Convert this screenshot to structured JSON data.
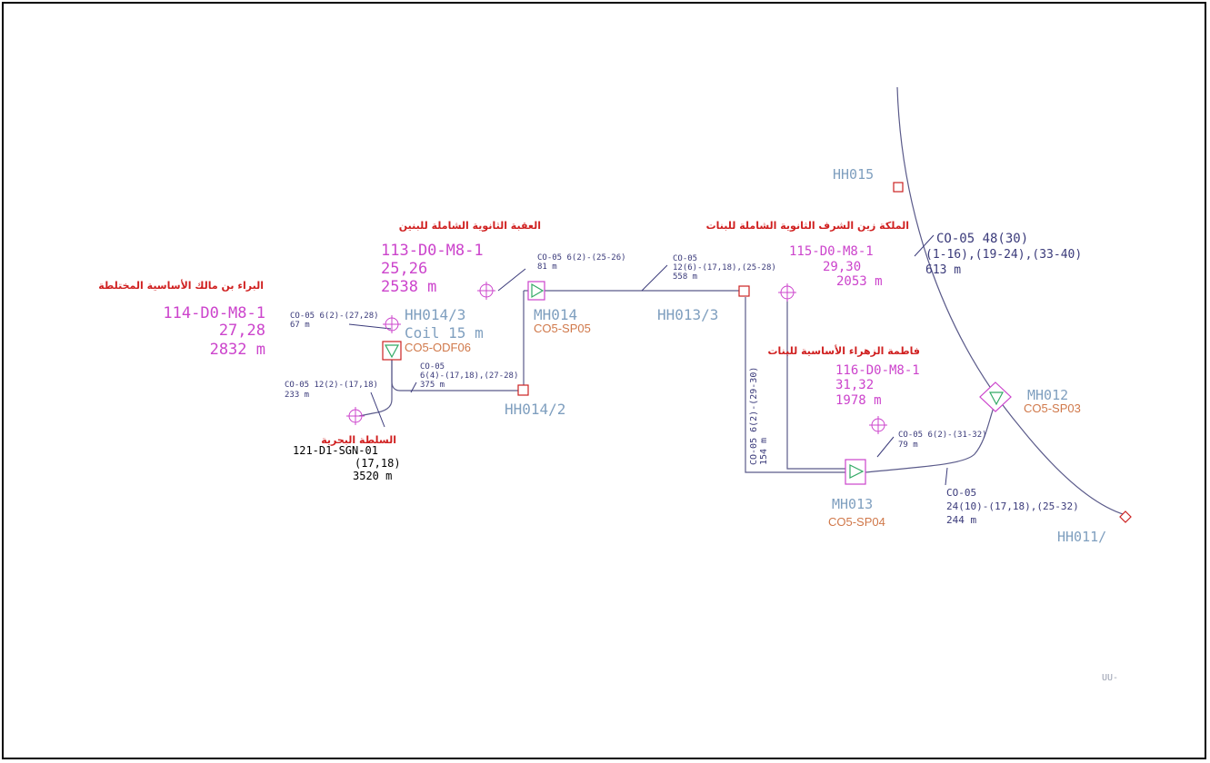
{
  "sites": {
    "s114": {
      "name_ar": "البراء بن مالك الأساسية المختلطة",
      "code": "114-D0-M8-1",
      "fibers": "27,28",
      "length": "2832 m"
    },
    "s113": {
      "name_ar": "العقبة الثانوية الشاملة للبنين",
      "code": "113-D0-M8-1",
      "fibers": "25,26",
      "length": "2538 m"
    },
    "s115": {
      "name_ar": "الملكة زين الشرف الثانوية الشاملة للبنات",
      "code": "115-D0-M8-1",
      "fibers": "29,30",
      "length": "2053 m"
    },
    "s116": {
      "name_ar": "فاطمة الزهراء الأساسية للبنات",
      "code": "116-D0-M8-1",
      "fibers": "31,32",
      "length": "1978 m"
    },
    "s121": {
      "name_ar": "السلطة البحرية",
      "code": "121-D1-SGN-01",
      "fibers": "(17,18)",
      "length": "3520 m"
    }
  },
  "nodes": {
    "hh015": "HH015",
    "hh014_3": "HH014/3",
    "coil": "Coil 15 m",
    "mh014": "MH014",
    "sp05": "CO5-SP05",
    "odf06": "CO5-ODF06",
    "hh014_2": "HH014/2",
    "hh013_3": "HH013/3",
    "mh013": "MH013",
    "sp04": "CO5-SP04",
    "mh012": "MH012",
    "sp03": "CO5-SP03",
    "hh011": "HH011/"
  },
  "cables": {
    "c1": {
      "l1": "CO-05 6(2)-(27,28)",
      "l2": "67 m"
    },
    "c2": {
      "l1": "CO-05 12(2)-(17,18)",
      "l2": "233 m"
    },
    "c3": {
      "l1": "CO-05",
      "l2": "6(4)-(17,18),(27-28)",
      "l3": "375 m"
    },
    "c4": {
      "l1": "CO-05 6(2)-(25-26)",
      "l2": "81 m"
    },
    "c5": {
      "l1": "CO-05",
      "l2": "12(6)-(17,18),(25-28)",
      "l3": "558 m"
    },
    "c6": {
      "l1": "CO-05 48(30)",
      "l2": "(1-16),(19-24),(33-40)",
      "l3": "613 m"
    },
    "c7": {
      "l1": "CO-05 6(2)-(29-30)",
      "l2": "154 m"
    },
    "c8": {
      "l1": "CO-05 6(2)-(31-32)",
      "l2": "79 m"
    },
    "c9": {
      "l1": "CO-05",
      "l2": "24(10)-(17,18),(25-32)",
      "l3": "244 m"
    }
  },
  "corner_mark": "UU-",
  "colors": {
    "node_label": "#7f9fbf",
    "site_code": "#cc44cc",
    "splitter_label": "#d0784a",
    "cable_label": "#3a3a7a",
    "arabic_name": "#d02020",
    "red_box": "#cc2222",
    "green_triangle": "#33aa66",
    "line": "#5a5a8a"
  }
}
